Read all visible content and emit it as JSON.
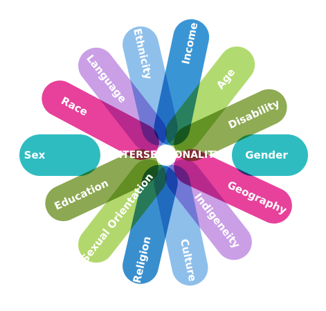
{
  "center_label": "INTERSECTIONALITY",
  "petals": [
    {
      "id": "income",
      "label": "Income",
      "color": "#1f86cf"
    },
    {
      "id": "age",
      "label": "Age",
      "color": "#a6d65c"
    },
    {
      "id": "disability",
      "label": "Disability",
      "color": "#7f9f3c"
    },
    {
      "id": "gender",
      "label": "Gender",
      "color": "#12b3b8"
    },
    {
      "id": "geography",
      "label": "Geography",
      "color": "#e4278d"
    },
    {
      "id": "indigeneity",
      "label": "Indigeneity",
      "color": "#c392e2"
    },
    {
      "id": "culture",
      "label": "Culture",
      "color": "#7eb6e8"
    },
    {
      "id": "religion",
      "label": "Religion",
      "color": "#1e7fc7"
    },
    {
      "id": "sexual_orientation",
      "label": "Sexual Orientation",
      "color": "#a7d359"
    },
    {
      "id": "education",
      "label": "Education",
      "color": "#7c9c3a"
    },
    {
      "id": "sex",
      "label": "Sex",
      "color": "#12b3b8"
    },
    {
      "id": "race",
      "label": "Race",
      "color": "#e4278d"
    },
    {
      "id": "language",
      "label": "Language",
      "color": "#c392e2"
    },
    {
      "id": "ethnicity",
      "label": "Ethnicity",
      "color": "#80b7e8"
    }
  ]
}
